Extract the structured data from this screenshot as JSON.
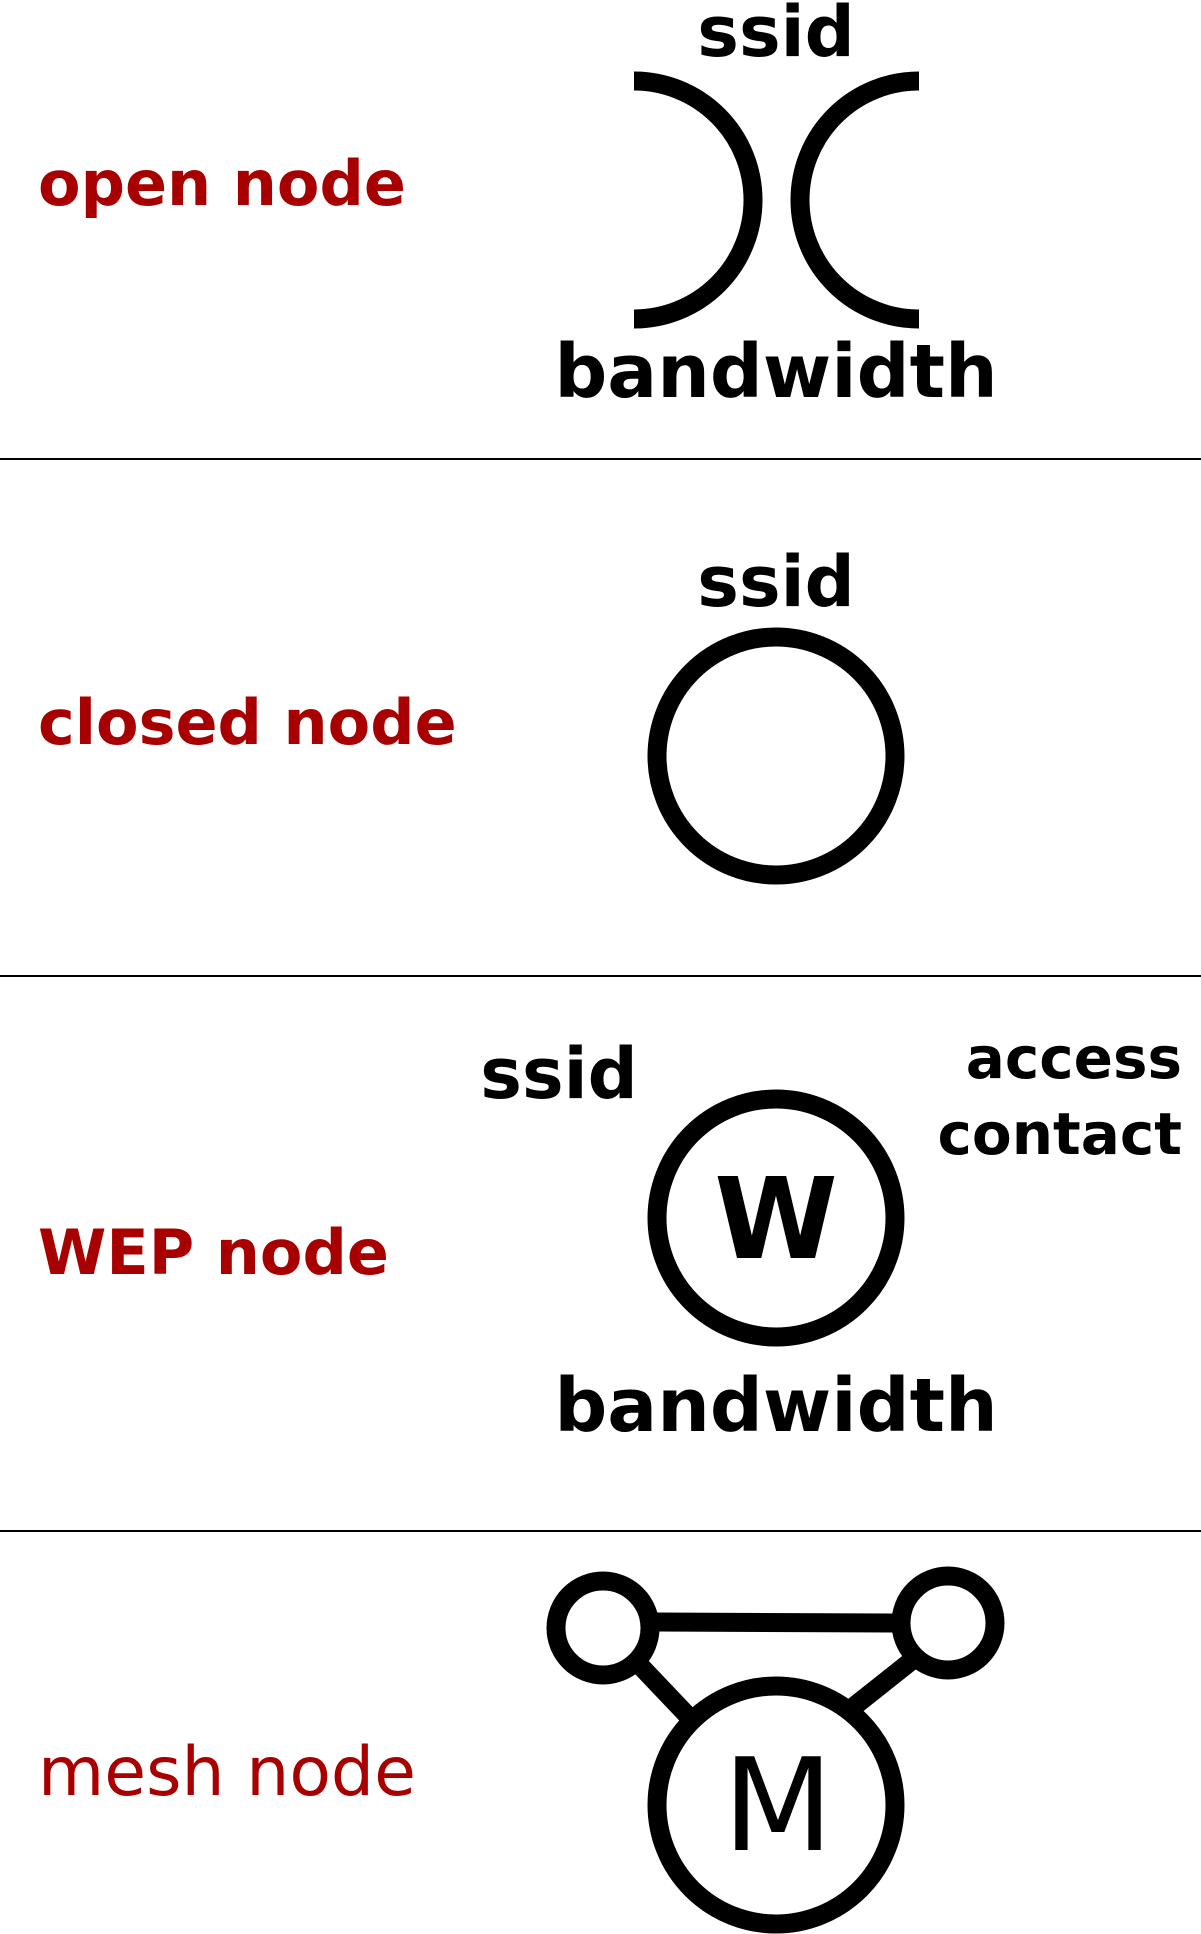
{
  "colors": {
    "accent": "#a80000",
    "symbol": "#000000",
    "divider": "#000000"
  },
  "sections": [
    {
      "title": "open node",
      "labels": {
        "top": "ssid",
        "bottom": "bandwidth"
      }
    },
    {
      "title": "closed node",
      "labels": {
        "top": "ssid"
      }
    },
    {
      "title": "WEP node",
      "labels": {
        "top_left": "ssid",
        "top_right_line1": "access",
        "top_right_line2": "contact",
        "center": "W",
        "bottom": "bandwidth"
      }
    },
    {
      "title": "mesh node",
      "labels": {
        "center": "M"
      }
    }
  ]
}
